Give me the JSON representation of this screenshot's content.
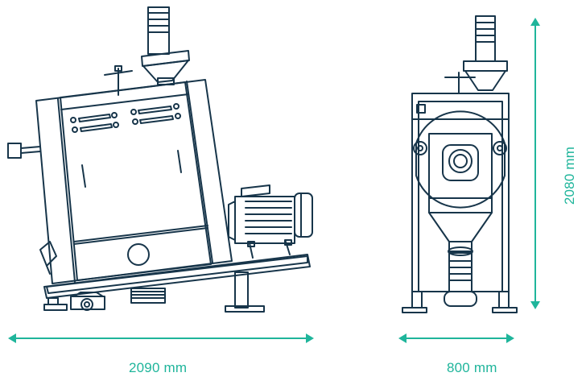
{
  "colors": {
    "line": "#17354a",
    "accent": "#1fb59b",
    "background": "#ffffff"
  },
  "dimensions": {
    "side_width": "2090 mm",
    "front_width": "800 mm",
    "height": "2080 mm"
  }
}
